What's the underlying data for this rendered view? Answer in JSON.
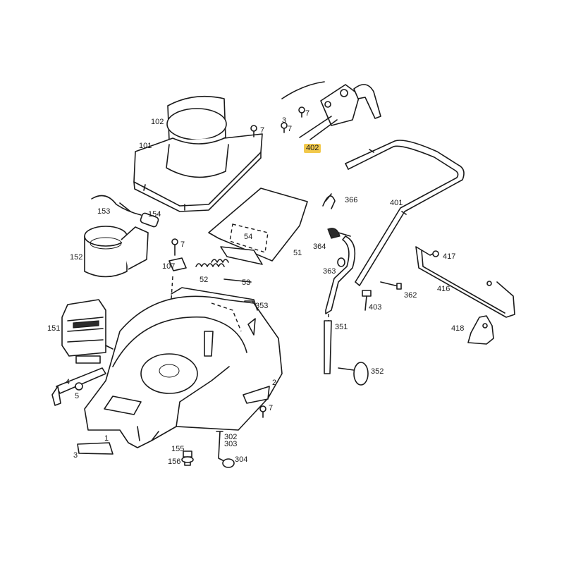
{
  "highlight_color": "#f2c94c",
  "line_color": "#1a1a1a",
  "labels": {
    "p1": "1",
    "p2": "2",
    "p3": "3",
    "p5": "5",
    "p7a": "7",
    "p7b": "7",
    "p7c": "7",
    "p7d": "7",
    "p7e": "7",
    "p3b": "3",
    "p4": "4",
    "p51": "51",
    "p52": "52",
    "p53": "53",
    "p54": "54",
    "p101": "101",
    "p102": "102",
    "p107": "107",
    "p151": "151",
    "p152": "152",
    "p153": "153",
    "p154": "154",
    "p155": "155",
    "p156": "156",
    "p302": "302",
    "p303": "303",
    "p304": "304",
    "p351": "351",
    "p352": "352",
    "p353": "353",
    "p362": "362",
    "p363": "363",
    "p364": "364",
    "p366": "366",
    "p401": "401",
    "p402": "402",
    "p403": "403",
    "p416": "416",
    "p417": "417",
    "p418": "418"
  }
}
